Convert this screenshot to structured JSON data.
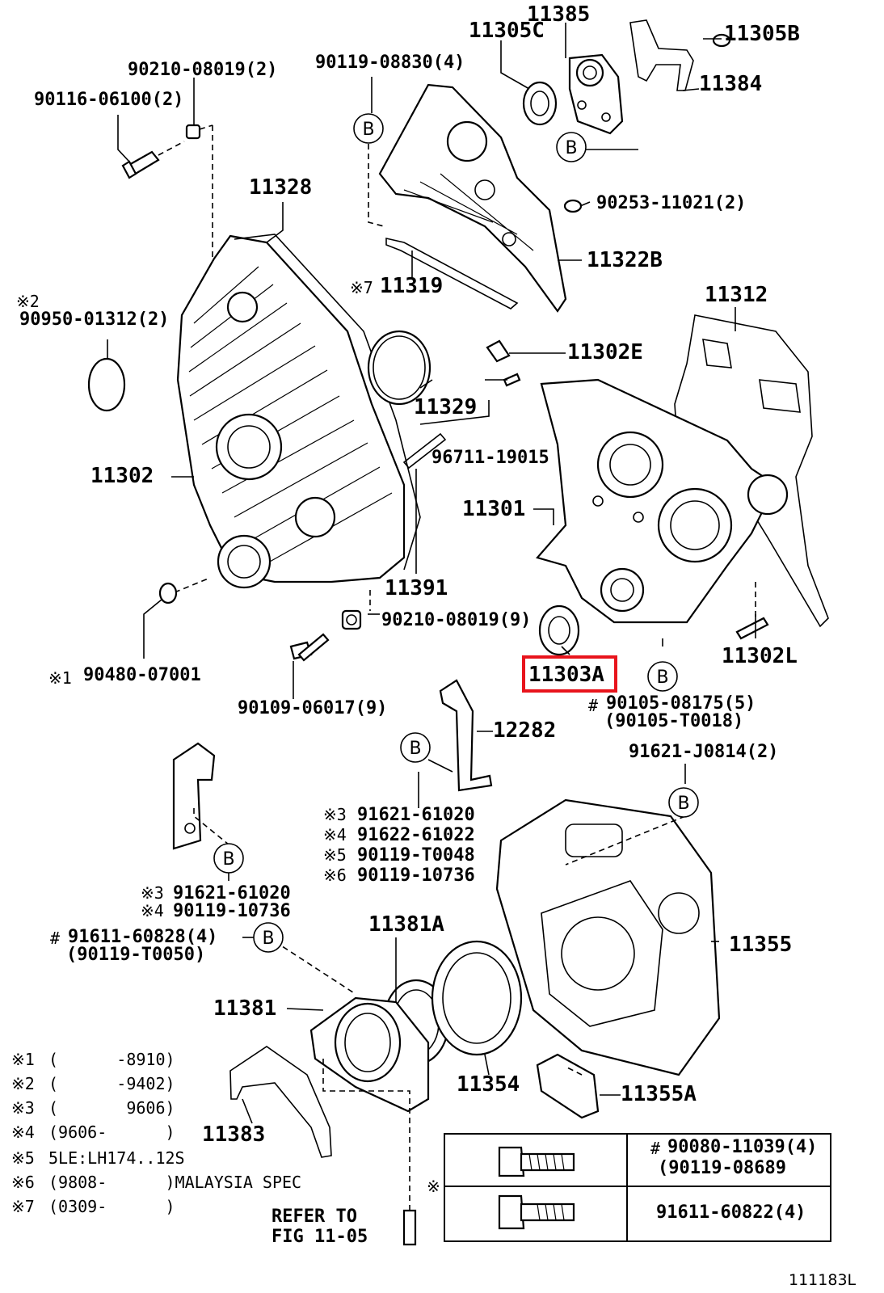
{
  "labels": {
    "p11385": "11385",
    "p11305C": "11305C",
    "p11305B": "11305B",
    "p90210_top": "90210-08019(2)",
    "p90119_08830": "90119-08830(4)",
    "p11384": "11384",
    "p90116": "90116-06100(2)",
    "p90253": "90253-11021(2)",
    "p11328": "11328",
    "p11322B": "11322B",
    "p11319": "11319",
    "note7_11319": "※7",
    "note2_90950": "※2",
    "p90950": "90950-01312(2)",
    "p11312": "11312",
    "p11302E": "11302E",
    "p11329": "11329",
    "p96711": "96711-19015",
    "p11302": "11302",
    "p11301": "11301",
    "p11391": "11391",
    "p90210_mid": "90210-08019(9)",
    "p11302L": "11302L",
    "note1_90480": "※1",
    "p90480": "90480-07001",
    "p11303A": "11303A",
    "p90109": "90109-06017(9)",
    "hash_90105": "#",
    "p90105_a": "90105-08175(5)",
    "p90105_b": "(90105-T0018)",
    "p12282": "12282",
    "p91621_J": "91621-J0814(2)",
    "n3_a": "※3",
    "p91621_61020_a": "91621-61020",
    "n4_a": "※4",
    "p91622": "91622-61022",
    "n5_a": "※5",
    "p90119_T0048": "90119-T0048",
    "n6_a": "※6",
    "p90119_10736_a": "90119-10736",
    "n3_b": "※3",
    "p91621_61020_b": "91621-61020",
    "n4_b": "※4",
    "p90119_10736_b": "90119-10736",
    "hash_91611": "#",
    "p91611_60828": "91611-60828(4)",
    "p90119_T0050": "(90119-T0050)",
    "p11381A": "11381A",
    "p11355": "11355",
    "p11381": "11381",
    "p11354": "11354",
    "p11355A": "11355A",
    "p11383": "11383",
    "refer_1": "REFER TO",
    "refer_2": "FIG 11-05",
    "table_star": "※",
    "hash_90080": "#",
    "p90080": "90080-11039(4)",
    "p90119_08689": "(90119-08689",
    "p91611_60822": "91611-60822(4)",
    "fig_no": "111183L",
    "circle_b": "B"
  },
  "notes": [
    {
      "mark": "※1",
      "text": "(      -8910)"
    },
    {
      "mark": "※2",
      "text": "(      -9402)"
    },
    {
      "mark": "※3",
      "text": "(       9606)"
    },
    {
      "mark": "※4",
      "text": "(9606-      )"
    },
    {
      "mark": "※5",
      "text": "5LE:LH174..12S"
    },
    {
      "mark": "※6",
      "text": "(9808-      )MALAYSIA SPEC"
    },
    {
      "mark": "※7",
      "text": "(0309-      )"
    }
  ],
  "highlight": {
    "part": "11303A",
    "color": "#e8141c"
  }
}
